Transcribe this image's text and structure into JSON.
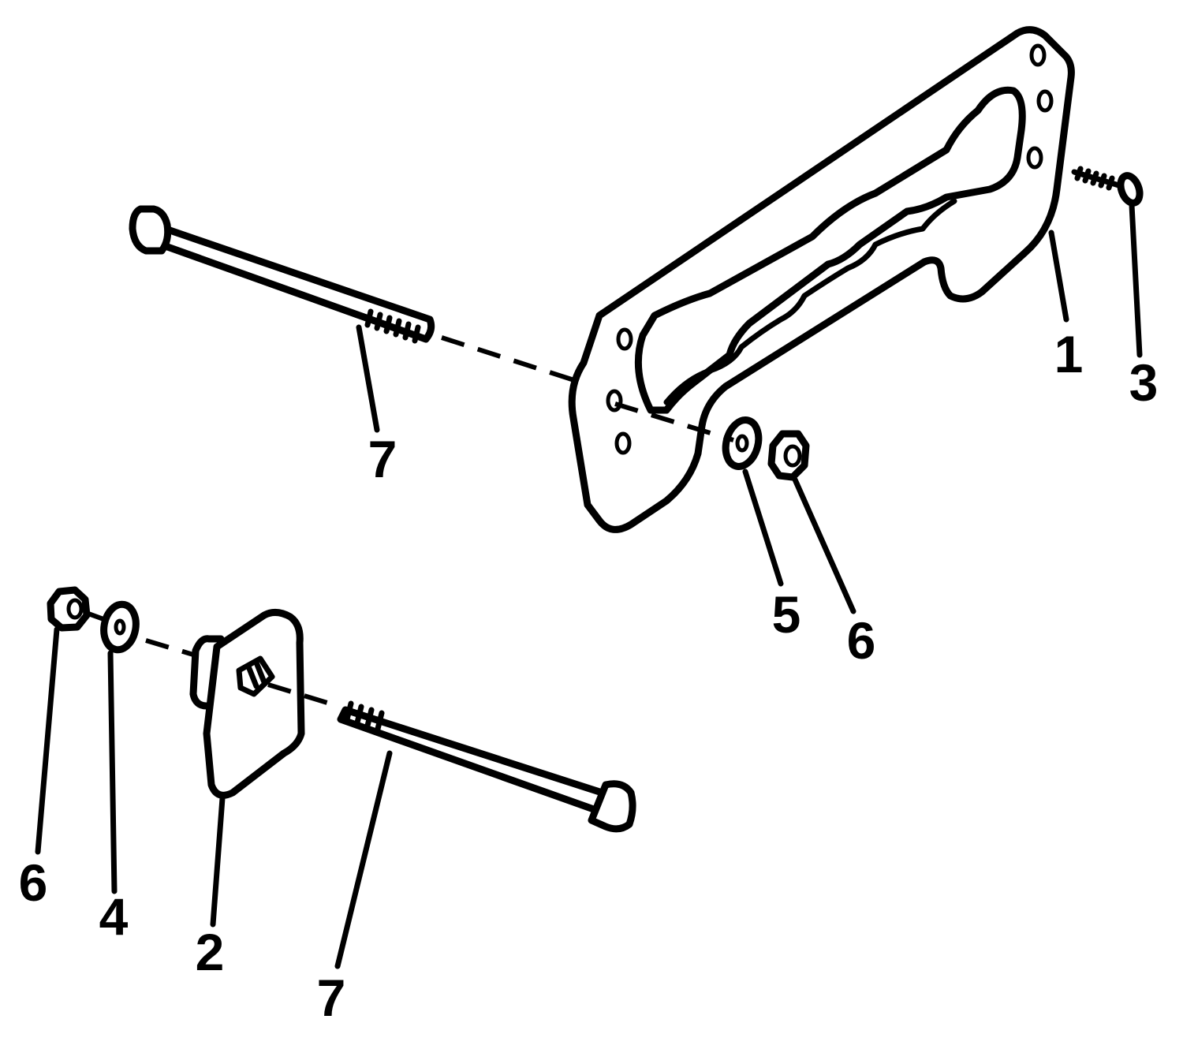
{
  "callouts": {
    "c1": "1",
    "c2": "2",
    "c3": "3",
    "c4": "4",
    "c5": "5",
    "c6a": "6",
    "c6b": "6",
    "c7a": "7",
    "c7b": "7"
  },
  "colors": {
    "ink": "#000000",
    "paper": "#ffffff"
  }
}
